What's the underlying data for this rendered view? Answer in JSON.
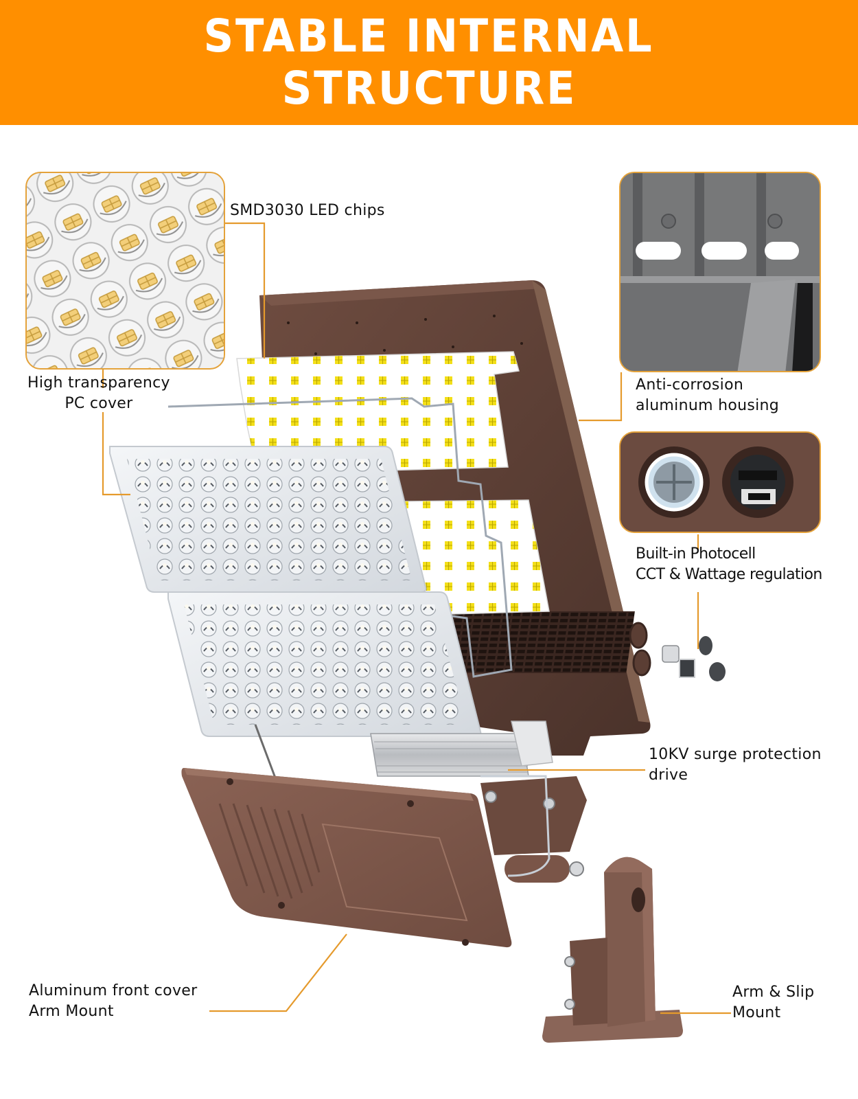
{
  "banner": {
    "title_line1": "STABLE INTERNAL",
    "title_line2": "STRUCTURE",
    "background_color": "#ff8f00",
    "text_color": "#ffffff"
  },
  "theme": {
    "leader_line_color": "#e59a2c",
    "frame_border_color": "#e4a23a",
    "housing_color": "#5a3d33",
    "led_chip_color": "#f5e21b"
  },
  "callouts": [
    {
      "id": "led-chips",
      "lines": [
        "SMD3030 LED chips"
      ]
    },
    {
      "id": "pc-cover",
      "lines": [
        "High transparency",
        "PC cover"
      ]
    },
    {
      "id": "housing",
      "lines": [
        "Anti-corrosion",
        "aluminum housing"
      ]
    },
    {
      "id": "photocell",
      "lines": [
        "Built-in Photocell",
        "CCT & Wattage regulation"
      ]
    },
    {
      "id": "surge-drive",
      "lines": [
        "10KV surge protection",
        "drive"
      ]
    },
    {
      "id": "front-cover",
      "lines": [
        "Aluminum front cover",
        "Arm Mount"
      ]
    },
    {
      "id": "slip-mount",
      "lines": [
        "Arm & Slip",
        "Mount"
      ]
    }
  ],
  "detail_images": [
    {
      "id": "lens-closeup",
      "icon": "led-lens-array-icon"
    },
    {
      "id": "housing-closeup",
      "icon": "aluminum-fins-icon"
    },
    {
      "id": "photocell-closeup",
      "icon": "photocell-sensor-icon"
    }
  ]
}
